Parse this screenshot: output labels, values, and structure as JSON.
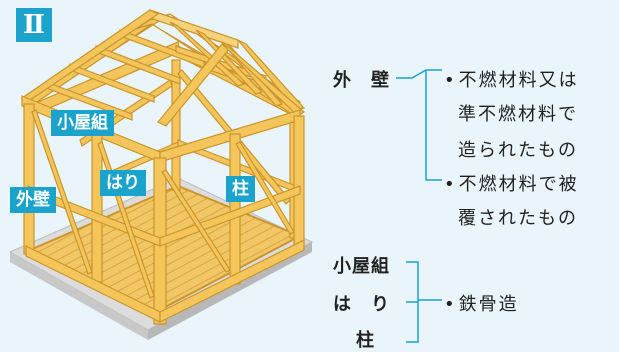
{
  "badge": "Ⅱ",
  "frame_labels": {
    "roof": "小屋組",
    "beam": "はり",
    "wall": "外壁",
    "column": "柱"
  },
  "group1": {
    "label": "外　壁",
    "items": [
      {
        "lines": [
          "不燃材料又は",
          "準不燃材料で",
          "造られたもの"
        ]
      },
      {
        "lines": [
          "不燃材料で被",
          "覆されたもの"
        ]
      }
    ]
  },
  "group2": {
    "labels": [
      "小屋組",
      "は　り",
      "柱"
    ],
    "items": [
      {
        "lines": [
          "鉄骨造"
        ]
      }
    ]
  },
  "colors": {
    "accent": "#1ba3cc",
    "wood": "#f4c55a",
    "wood_dark": "#c9952c",
    "background": "#e9f5fb"
  }
}
